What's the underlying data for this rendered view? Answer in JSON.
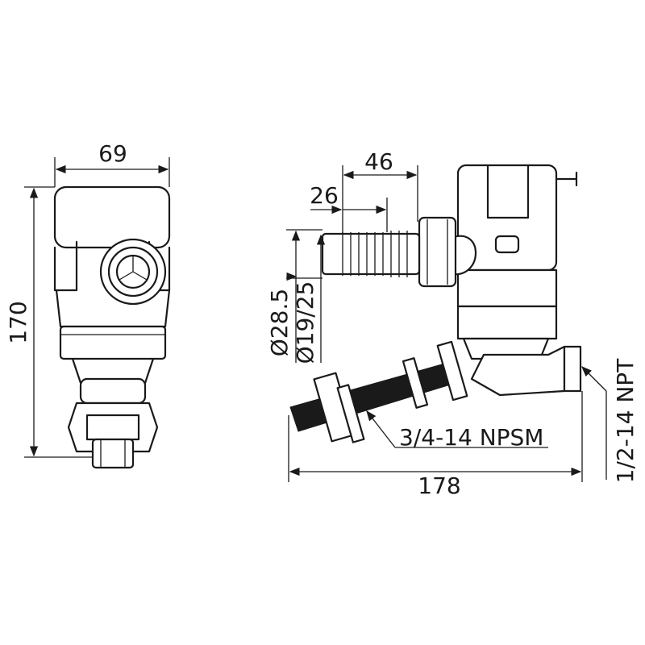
{
  "title": "Bilge pump dimensional drawing",
  "dimensions": {
    "width_front": "69",
    "height_front": "170",
    "hose_length": "46",
    "barb_length": "26",
    "diameter_outer": "Ø28.5",
    "diameter_hose": "Ø19/25",
    "overall_length": "178"
  },
  "callouts": {
    "outlet_thread": "3/4-14 NPSM",
    "side_thread": "1/2-14 NPT"
  }
}
